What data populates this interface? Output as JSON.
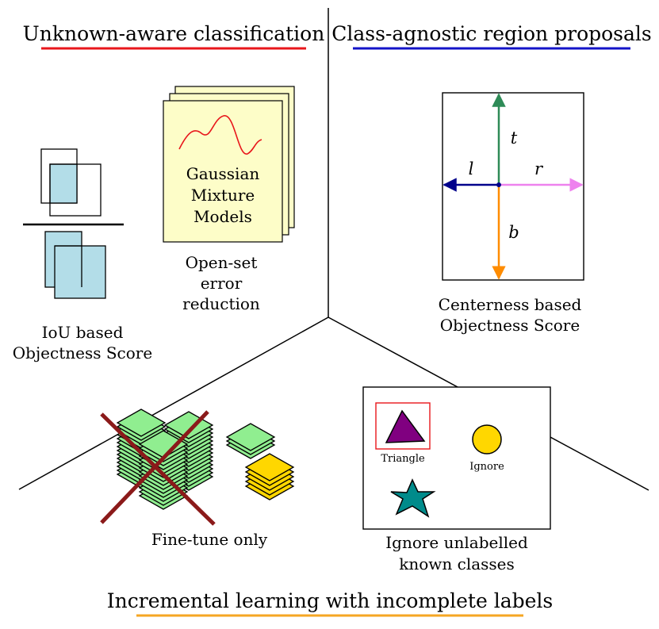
{
  "sections": {
    "top_left": {
      "title": "Unknown-aware classification",
      "underline_color": "#e8161b",
      "iou_label_1": "IoU based",
      "iou_label_2": "Objectness Score",
      "gmm_line_1": "Gaussian",
      "gmm_line_2": "Mixture",
      "gmm_line_3": "Models",
      "open_set_1": "Open-set",
      "open_set_2": "error",
      "open_set_3": "reduction"
    },
    "top_right": {
      "title": "Class-agnostic region proposals",
      "underline_color": "#1313c8",
      "var_t": "t",
      "var_l": "l",
      "var_r": "r",
      "var_b": "b",
      "center_label_1": "Centerness based",
      "center_label_2": "Objectness Score"
    },
    "bottom": {
      "title": "Incremental learning with incomplete labels",
      "underline_color": "#f5a623",
      "finetune_label": "Fine-tune only",
      "triangle_label": "Triangle",
      "ignore_label": "Ignore",
      "ignore_label_1": "Ignore unlabelled",
      "ignore_label_2": "known classes"
    }
  },
  "colors": {
    "box_fill": "#b3dde8",
    "paper_fill": "#fdfdc8",
    "stack_green": "#90ee90",
    "stack_yellow": "#ffd700",
    "cross": "#8b1a1a",
    "arrow_t": "#2e8b57",
    "arrow_l": "#00008b",
    "arrow_r": "#ee82ee",
    "arrow_b": "#ff8c00",
    "triangle": "#800080",
    "circle": "#ffd700",
    "star": "#008b8b",
    "wave": "#e8161b"
  },
  "icons": [
    "iou-boxes-icon",
    "gaussian-paper-stack-icon",
    "centerness-box-icon",
    "layer-stack-icon",
    "triangle-icon",
    "circle-icon",
    "star-icon"
  ]
}
